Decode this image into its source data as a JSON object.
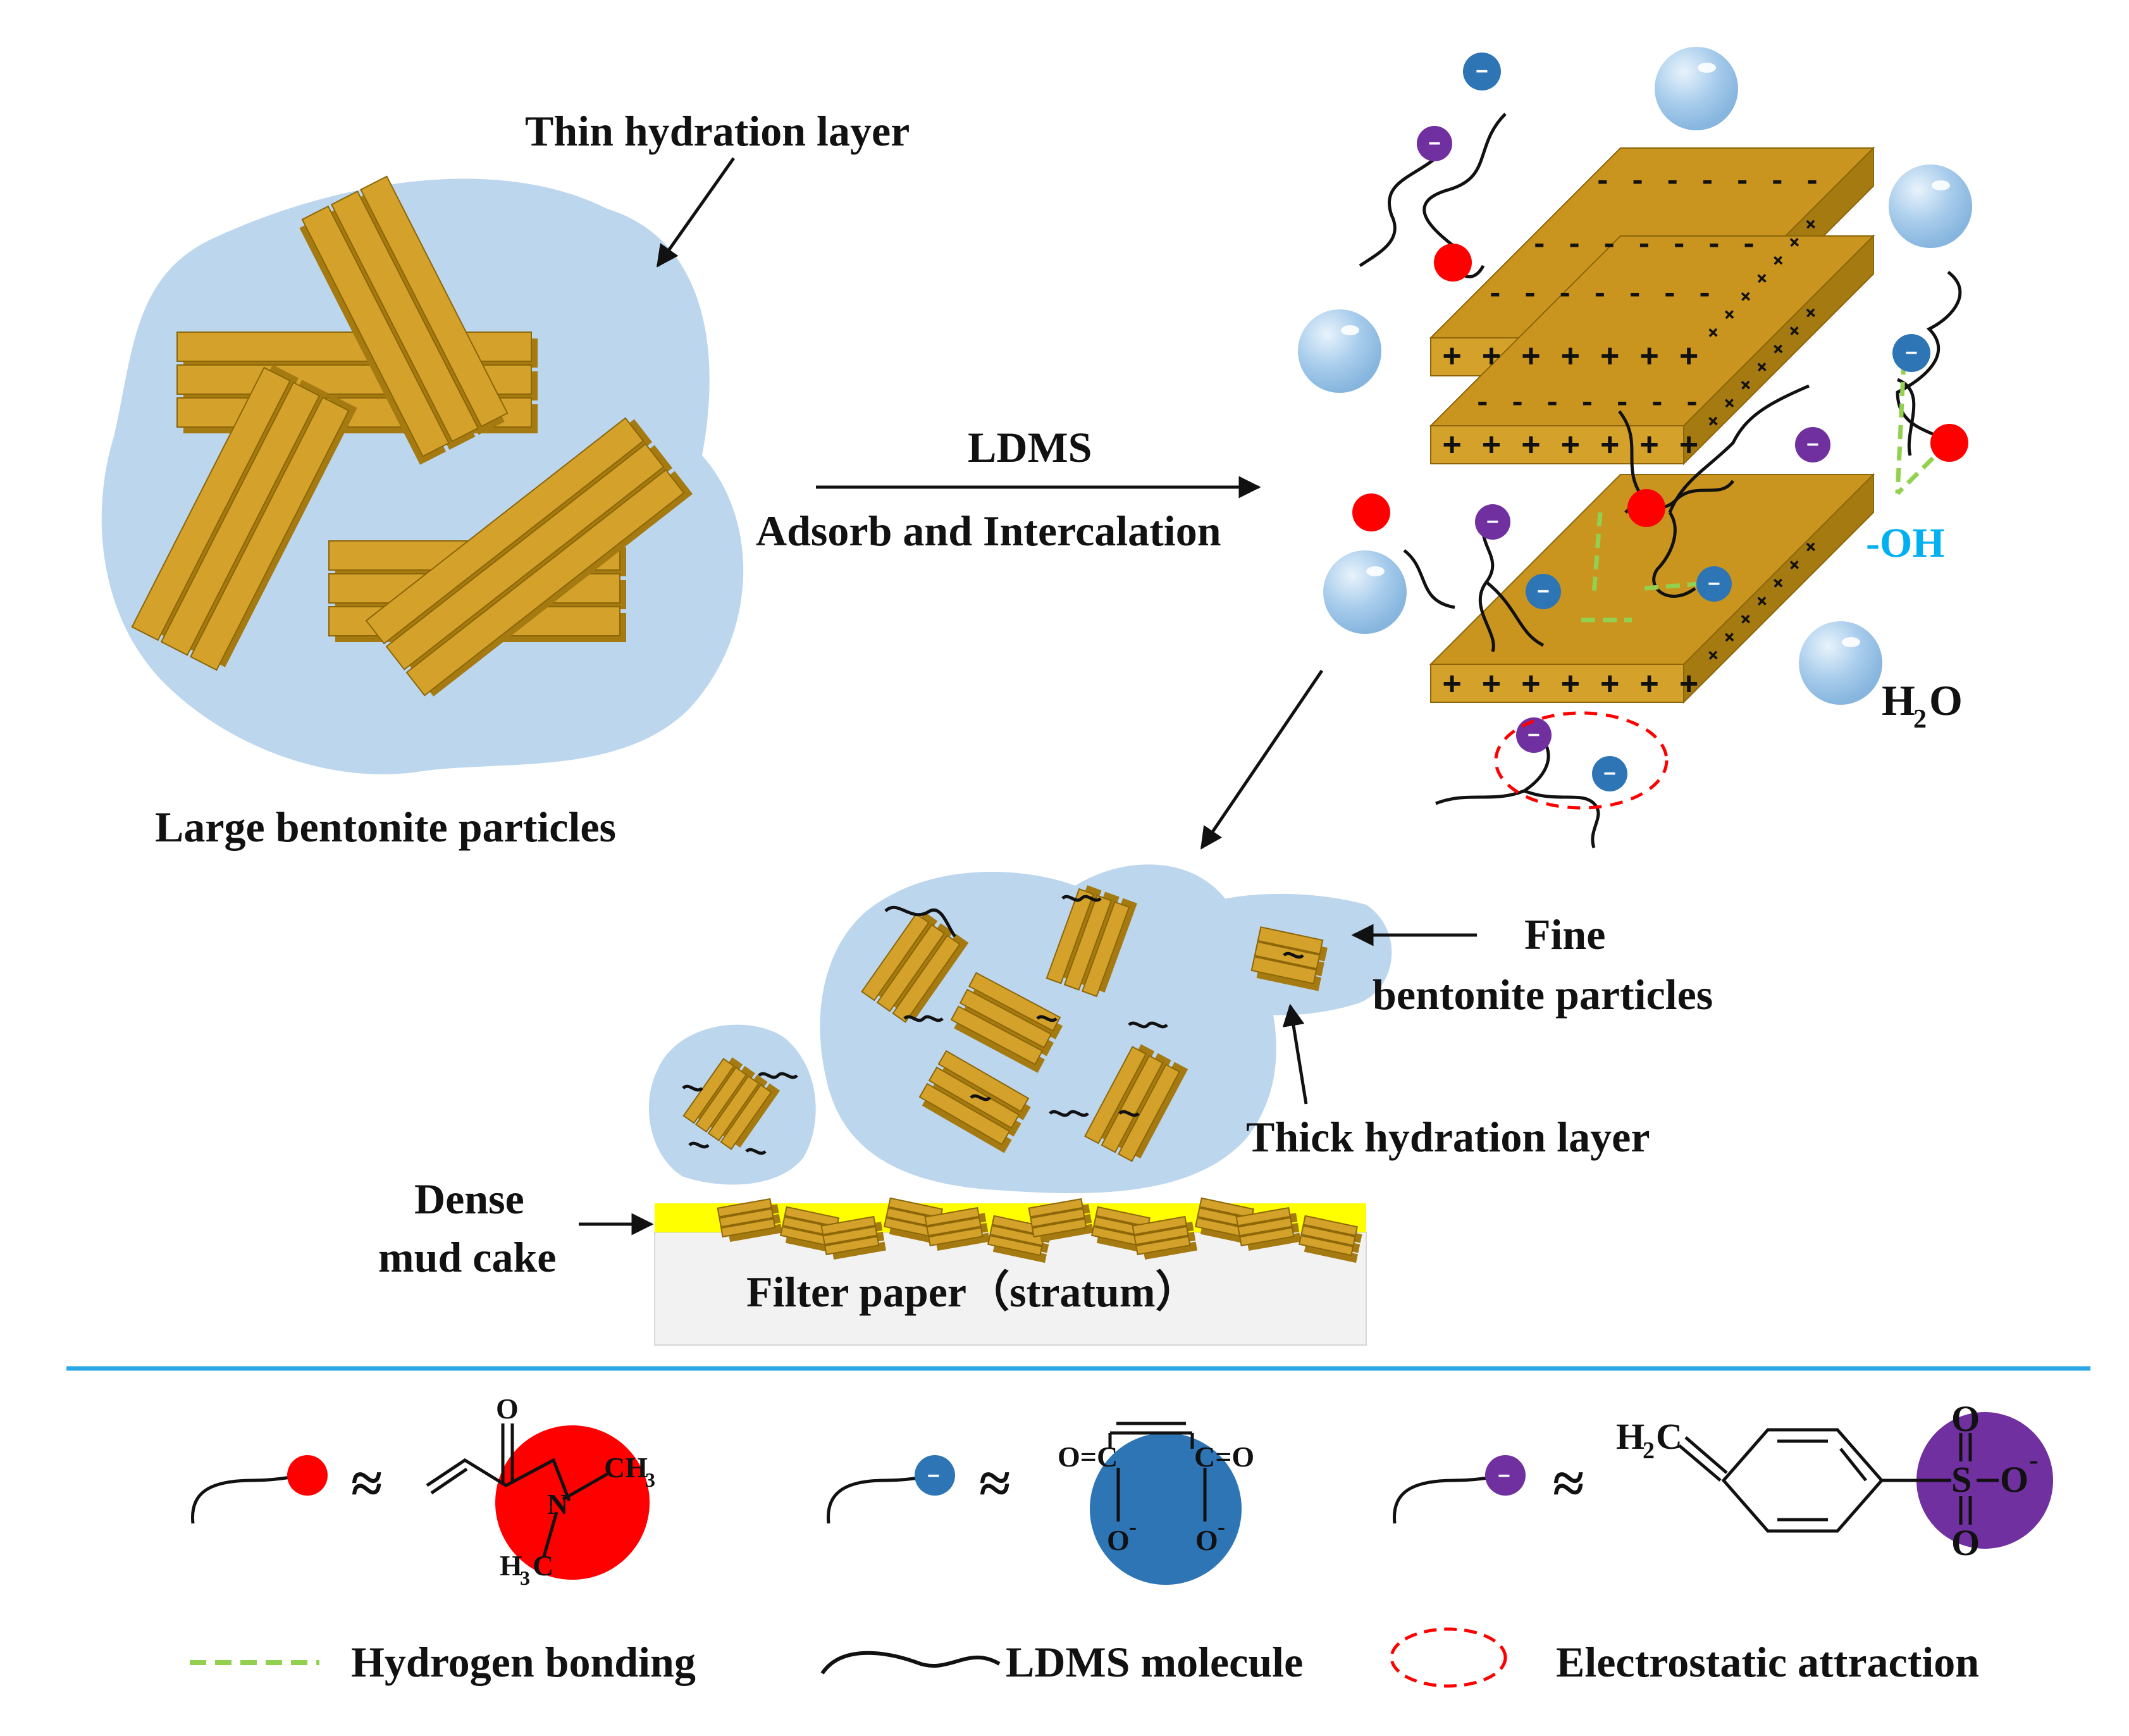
{
  "labels": {
    "thin_layer": "Thin hydration layer",
    "large_particles": "Large bentonite particles",
    "ldms": "LDMS",
    "adsorb": "Adsorb and Intercalation",
    "oh": "-OH",
    "h2o_h": "H",
    "h2o_2": "2",
    "h2o_o": "O",
    "fine_1": "Fine",
    "fine_2": "bentonite particles",
    "thick_layer": "Thick hydration layer",
    "dense_1": "Dense",
    "dense_2": "mud cake",
    "filter": "Filter paper（stratum）"
  },
  "legend": {
    "hydrogen": "Hydrogen bonding",
    "ldms_molecule": "LDMS molecule",
    "electrostatic": "Electrostatic attraction",
    "approx": "≈"
  },
  "chem": {
    "o_top": "O",
    "ch3": "CH",
    "ch3_sub": "3",
    "n": "N",
    "h3c": "H",
    "h3c_sub": "3",
    "h3c_c": "C",
    "oc_left": "O=C",
    "co_right": "C=O",
    "o_minus": "O",
    "minus": "-",
    "h2c": "H",
    "h2c_sub": "2",
    "h2c_c": "C",
    "s": "S",
    "o": "O"
  },
  "signs": {
    "plus_row": "+ + + + + + +",
    "minus_row": "- - - - - - -",
    "ion_minus": "−"
  },
  "colors": {
    "bentonite": "#D4A22A",
    "bentonite_dark": "#A57A10",
    "hydration": "#BCD6EE",
    "water": "#9DC3E6",
    "red_group": "#FF0000",
    "blue_group": "#2E75B6",
    "purple_group": "#7030A0",
    "hbond": "#92D050",
    "divider": "#2AA7E6",
    "mudcake": "#FFFF00",
    "filter_paper": "#F2F2F2",
    "oh": "#00B0F0"
  }
}
